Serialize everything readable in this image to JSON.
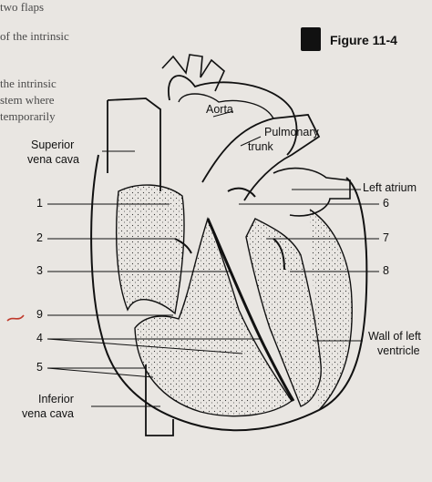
{
  "page_text": {
    "top_left_1": "two flaps",
    "top_left_2": "of the intrinsic",
    "left_1": "the intrinsic",
    "left_2": "stem where",
    "left_3": "temporarily"
  },
  "figure": {
    "title": "Figure 11-4",
    "logo_icon": "running-figure-logo-icon"
  },
  "labels": {
    "aorta": "Aorta",
    "pulmonary_trunk_1": "Pulmonary",
    "pulmonary_trunk_2": "trunk",
    "superior_vena_cava_1": "Superior",
    "superior_vena_cava_2": "vena cava",
    "left_atrium": "Left atrium",
    "wall_left_ventricle_1": "Wall of left",
    "wall_left_ventricle_2": "ventricle",
    "inferior_vena_cava_1": "Inferior",
    "inferior_vena_cava_2": "vena cava"
  },
  "numbers": {
    "n1": "1",
    "n2": "2",
    "n3": "3",
    "n4": "4",
    "n5": "5",
    "n6": "6",
    "n7": "7",
    "n8": "8",
    "n9": "9"
  },
  "colors": {
    "ink": "#111111",
    "paper": "#e9e6e2",
    "pen_mark": "#c0392b"
  }
}
